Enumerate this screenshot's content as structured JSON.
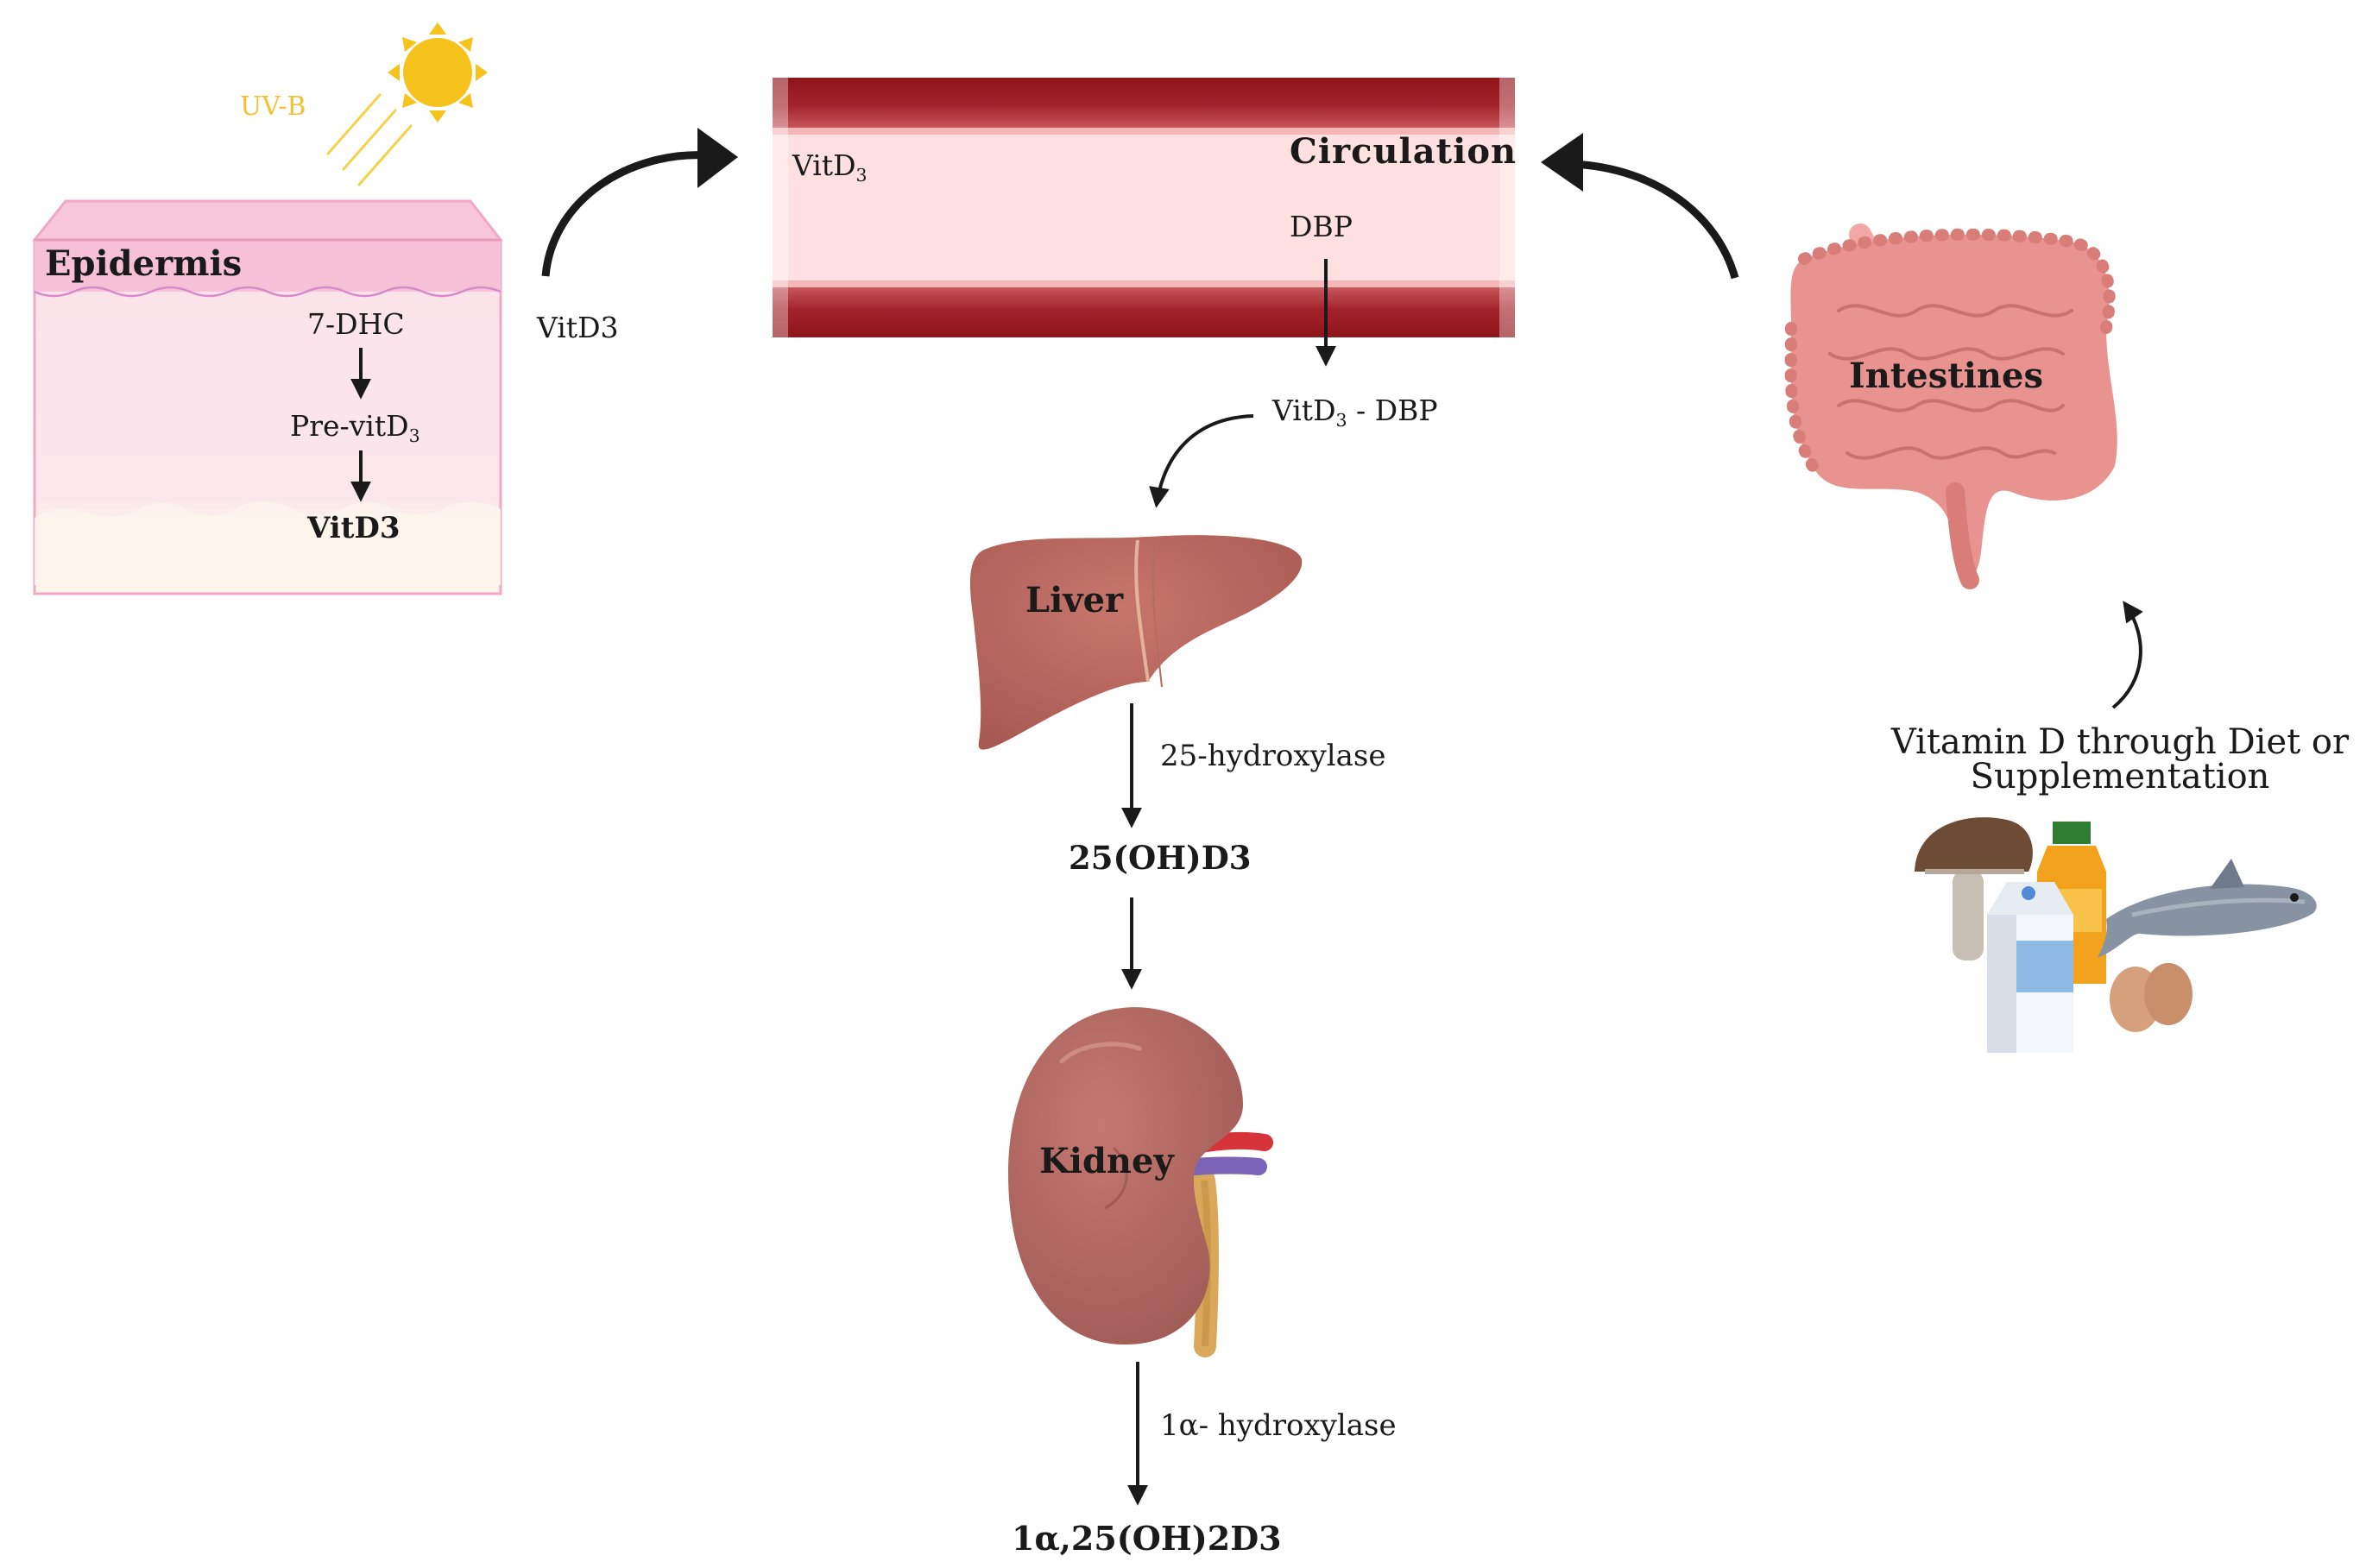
{
  "skin": {
    "uv_label": "UV-B",
    "title": "Epidermis",
    "step1": "7-DHC",
    "step2_main": "Pre-vitD",
    "step2_sub": "3",
    "step3": "VitD3"
  },
  "skin_to_blood_label": "VitD3",
  "circulation": {
    "title": "Circulation",
    "vitd_main": "VitD",
    "vitd_sub": "3",
    "dbp": "DBP"
  },
  "complex": {
    "main": "VitD",
    "sub": "3",
    "suffix": " - DBP"
  },
  "liver": {
    "label": "Liver",
    "enzyme": "25-hydroxylase",
    "product": "25(OH)D3"
  },
  "kidney": {
    "label": "Kidney",
    "enzyme": "1α- hydroxylase",
    "product": "1α,25(OH)2D3"
  },
  "intestines": {
    "label": "Intestines"
  },
  "diet": {
    "line1": "Vitamin D through Diet or",
    "line2": "Supplementation"
  },
  "colors": {
    "vessel_wall": "#9b1b1e",
    "vessel_lumen": "#fde0df",
    "skin_fill": "#fbe4ec",
    "skin_border": "#f0a8c8",
    "organ_brown": "#b5625a",
    "intestine_pink": "#e7918d",
    "sun": "#f6c21c",
    "arrow": "#1a1a1a"
  }
}
